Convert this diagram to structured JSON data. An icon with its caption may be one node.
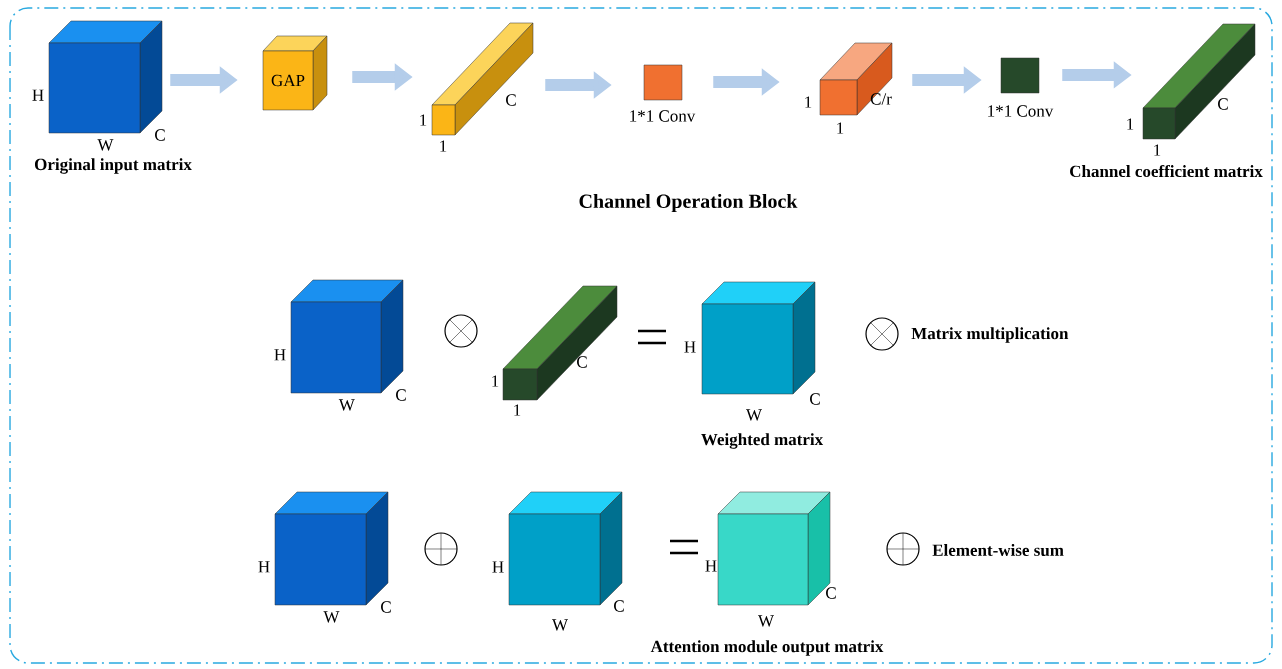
{
  "diagram": {
    "nodes": [
      {
        "text": [],
        "shape": "cube",
        "beside": [
          "H",
          "W",
          "C",
          "Original input matrix"
        ]
      },
      {
        "text": [
          "GAP"
        ]
      },
      {
        "text": [],
        "shape": "bar",
        "beside": [
          "1",
          "1",
          "C"
        ]
      },
      {
        "text": [],
        "shape": "square",
        "beside": [
          "1*1 Conv"
        ]
      },
      {
        "text": [],
        "shape": "cube",
        "beside": [
          "1",
          "1",
          "C/r"
        ]
      },
      {
        "text": [],
        "shape": "square",
        "beside": [
          "1*1 Conv"
        ]
      },
      {
        "text": [],
        "shape": "bar",
        "beside": [
          "1",
          "1",
          "C",
          "Channel coefficient matrix"
        ]
      },
      {
        "text": [],
        "shape": "cube",
        "beside": [
          "H",
          "W",
          "C"
        ]
      },
      {
        "text": [],
        "shape": "bar",
        "beside": [
          "1",
          "1",
          "C"
        ]
      },
      {
        "text": [],
        "shape": "cube",
        "beside": [
          "H",
          "W",
          "C",
          "Weighted matrix"
        ]
      },
      {
        "text": [],
        "shape": "cube",
        "beside": [
          "H",
          "W",
          "C"
        ]
      },
      {
        "text": [],
        "shape": "cube",
        "beside": [
          "H",
          "W",
          "C"
        ]
      },
      {
        "text": [],
        "shape": "cube",
        "beside": [
          "H",
          "W",
          "C",
          "Attention module output matrix"
        ]
      }
    ],
    "edges": [
      {
        "from": 0,
        "to": 1,
        "arrow": "to"
      },
      {
        "from": 1,
        "to": 2,
        "arrow": "to"
      },
      {
        "from": 2,
        "to": 3,
        "arrow": "to"
      },
      {
        "from": 3,
        "to": 4,
        "arrow": "to"
      },
      {
        "from": 4,
        "to": 5,
        "arrow": "to"
      },
      {
        "from": 5,
        "to": 6,
        "arrow": "to"
      }
    ],
    "labels": [
      "Channel Operation Block"
    ],
    "legend": [
      {
        "text": "Matrix multiplication"
      },
      {
        "text": "Element-wise sum"
      }
    ]
  }
}
